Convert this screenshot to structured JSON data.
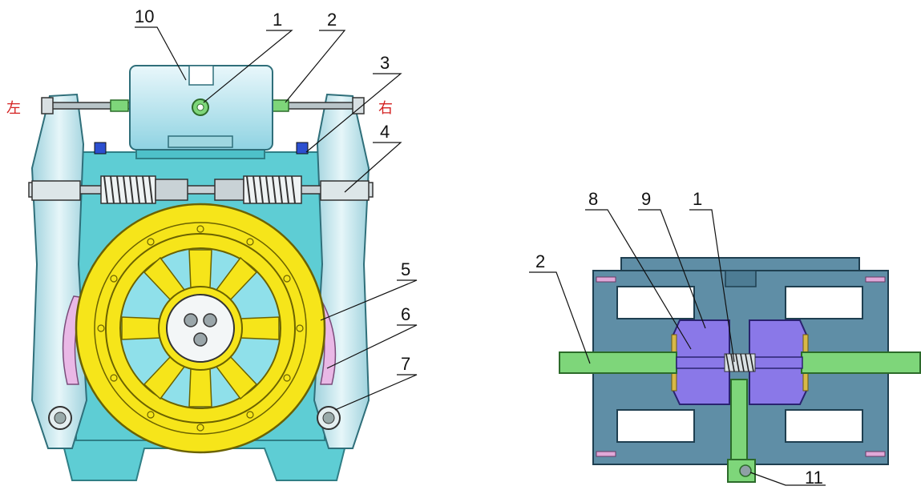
{
  "side_labels": {
    "left": "左",
    "right": "右"
  },
  "left_view": {
    "callouts": [
      "10",
      "1",
      "2",
      "3",
      "4",
      "5",
      "6",
      "7"
    ]
  },
  "right_view": {
    "callouts": [
      "8",
      "9",
      "1",
      "2",
      "11"
    ]
  },
  "colors": {
    "frame_cyan": "#5ecdd4",
    "frame_dark": "#3aa0a8",
    "arm_blue": "#bfe3ec",
    "sheave_yellow": "#f6e51a",
    "sheave_outline": "#6b6200",
    "housing_blue": "#5f8ea6",
    "coil_white": "#ffffff",
    "core_purple": "#8a78e8",
    "shaft_green": "#7ed67a",
    "label_red": "#d42020"
  }
}
